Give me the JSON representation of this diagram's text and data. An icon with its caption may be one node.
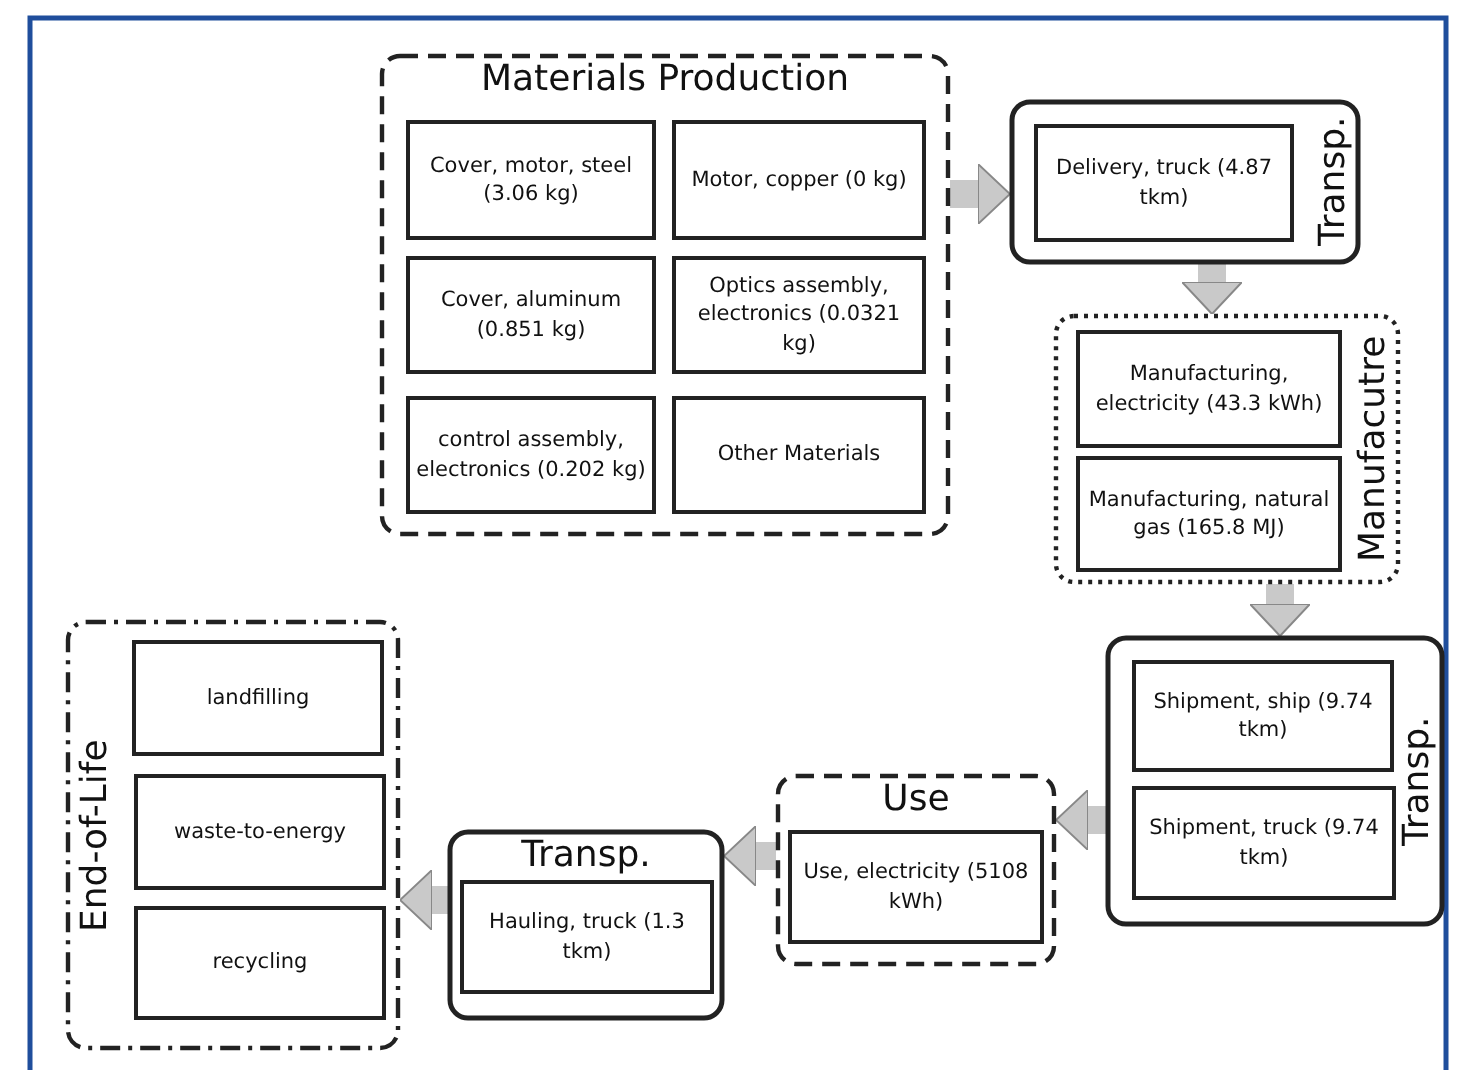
{
  "diagram": {
    "nodes": [
      {
        "text": [
          "Materials Production"
        ]
      },
      {
        "text": [
          "Cover, motor, steel (3.06 kg)"
        ],
        "in": 0
      },
      {
        "text": [
          "Motor, copper (0 kg)"
        ],
        "in": 0
      },
      {
        "text": [
          "Cover, aluminum (0.851 kg)"
        ],
        "in": 0
      },
      {
        "text": [
          "Optics assembly, electronics (0.0321 kg)"
        ],
        "in": 0
      },
      {
        "text": [
          "control assembly, electronics (0.202 kg)"
        ],
        "in": 0
      },
      {
        "text": [
          "Other Materials"
        ],
        "in": 0
      },
      {
        "text": [
          "Transp."
        ]
      },
      {
        "text": [
          "Delivery, truck (4.87 tkm)"
        ],
        "in": 7
      },
      {
        "text": [
          "Manufacutre"
        ]
      },
      {
        "text": [
          "Manufacturing, electricity (43.3 kWh)"
        ],
        "in": 9
      },
      {
        "text": [
          "Manufacturing, natural gas (165.8 MJ)"
        ],
        "in": 9
      },
      {
        "text": [
          "Transp."
        ]
      },
      {
        "text": [
          "Shipment, ship (9.74 tkm)"
        ],
        "in": 12
      },
      {
        "text": [
          "Shipment, truck (9.74 tkm)"
        ],
        "in": 12
      },
      {
        "text": [
          "Use"
        ]
      },
      {
        "text": [
          "Use, electricity (5108 kWh)"
        ],
        "in": 15
      },
      {
        "text": [
          "Transp."
        ]
      },
      {
        "text": [
          "Hauling, truck (1.3 tkm)"
        ],
        "in": 17
      },
      {
        "text": [
          "End-of-Life"
        ]
      },
      {
        "text": [
          "landfilling"
        ],
        "in": 19
      },
      {
        "text": [
          "waste-to-energy"
        ],
        "in": 19
      },
      {
        "text": [
          "recycling"
        ],
        "in": 19
      }
    ],
    "edges": [
      {
        "from": 0,
        "to": 7,
        "arrow": "to"
      },
      {
        "from": 7,
        "to": 9,
        "arrow": "to"
      },
      {
        "from": 9,
        "to": 12,
        "arrow": "to"
      },
      {
        "from": 12,
        "to": 15,
        "arrow": "to"
      },
      {
        "from": 15,
        "to": 17,
        "arrow": "to"
      },
      {
        "from": 17,
        "to": 19,
        "arrow": "to"
      }
    ]
  }
}
